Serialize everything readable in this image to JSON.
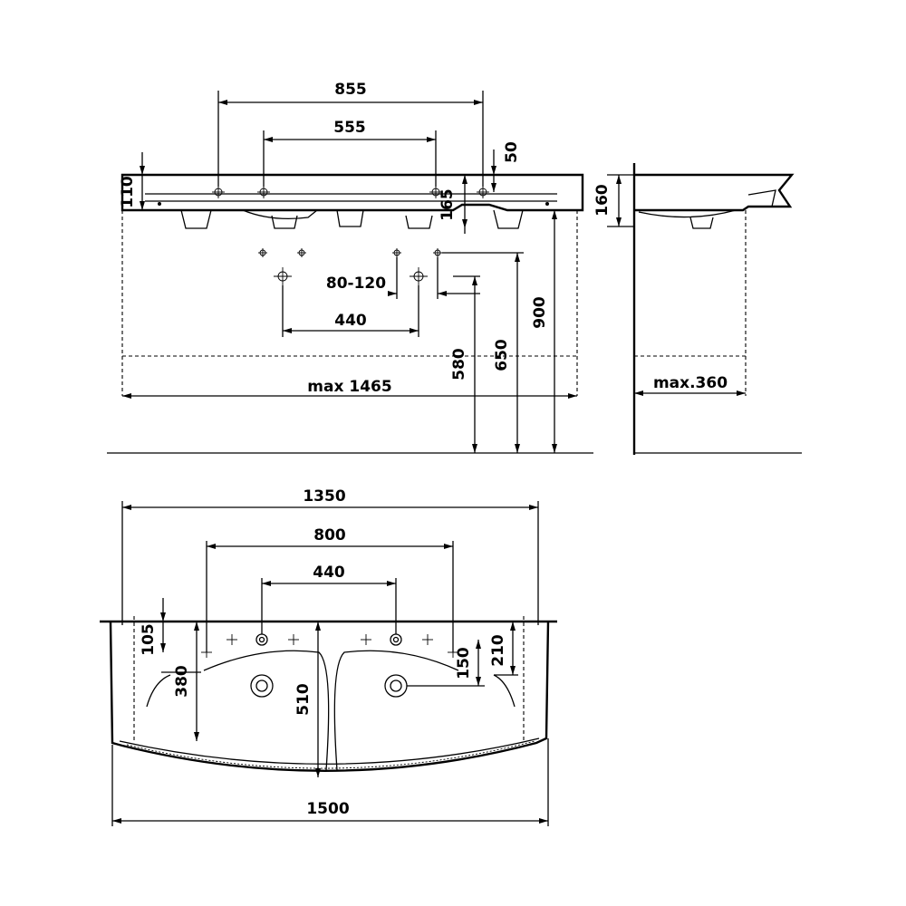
{
  "dimensions": {
    "top_855": "855",
    "top_555": "555",
    "top_50": "50",
    "top_110": "110",
    "top_165": "165",
    "side_160": "160",
    "holes_80_120": "80-120",
    "holes_440": "440",
    "height_580": "580",
    "height_650": "650",
    "height_900": "900",
    "max_1465": "max 1465",
    "max_360": "max.360",
    "plan_1350": "1350",
    "plan_800": "800",
    "plan_440": "440",
    "plan_105": "105",
    "plan_380": "380",
    "plan_510": "510",
    "plan_150": "150",
    "plan_210": "210",
    "plan_1500": "1500"
  }
}
